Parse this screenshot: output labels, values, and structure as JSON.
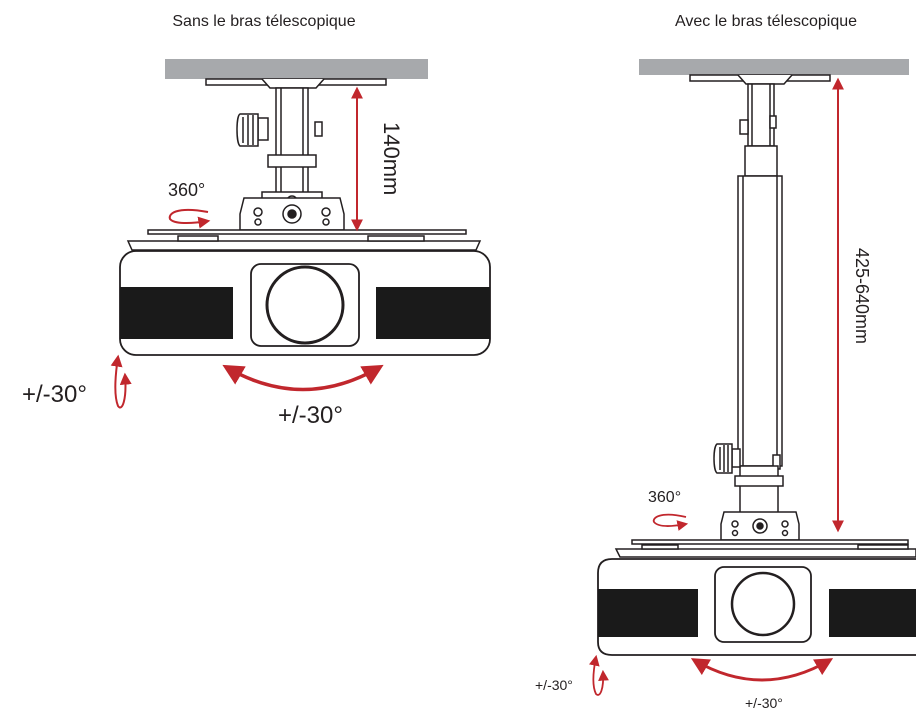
{
  "left": {
    "caption": "Sans le bras télescopique",
    "height_label": "140mm",
    "rotation_label": "360°",
    "tilt_label": "+/-30°",
    "swivel_label": "+/-30°"
  },
  "right": {
    "caption": "Avec le bras télescopique",
    "height_label": "425-640mm",
    "rotation_label": "360°",
    "tilt_label": "+/-30°",
    "swivel_label": "+/-30°"
  },
  "colors": {
    "arrow_red": "#c1272d",
    "ceiling_gray": "#a7a9ac",
    "stripe_black": "#1a1a1a",
    "outline": "#231f20"
  }
}
